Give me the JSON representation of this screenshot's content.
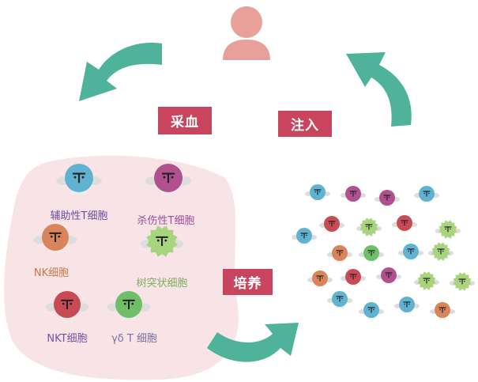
{
  "steps": {
    "collect": "采血",
    "inject": "注入",
    "culture": "培养"
  },
  "cells": [
    {
      "name": "helper-t-cell",
      "label": "辅助性T细胞",
      "color": "#5fb3d0",
      "text_color": "#6a4fa0"
    },
    {
      "name": "killer-t-cell",
      "label": "杀伤性T细胞",
      "color": "#b0508f",
      "text_color": "#9a4f9a"
    },
    {
      "name": "nk-cell",
      "label": "NK细胞",
      "color": "#d9845a",
      "text_color": "#c9784a"
    },
    {
      "name": "dendritic-cell",
      "label": "树突状细胞",
      "color": "#a9d47e",
      "text_color": "#7fae5f"
    },
    {
      "name": "nkt-cell",
      "label": "NKT细胞",
      "color": "#c84a55",
      "text_color": "#7a4fa0"
    },
    {
      "name": "gamma-delta-t-cell",
      "label": "γδ T 细胞",
      "color": "#6fbf6a",
      "text_color": "#7a6fa0"
    }
  ],
  "colors": {
    "arrow": "#4fb39b",
    "person": "#e8a09a",
    "blob": "#f8e3e6",
    "step_box": "#c9455e"
  }
}
